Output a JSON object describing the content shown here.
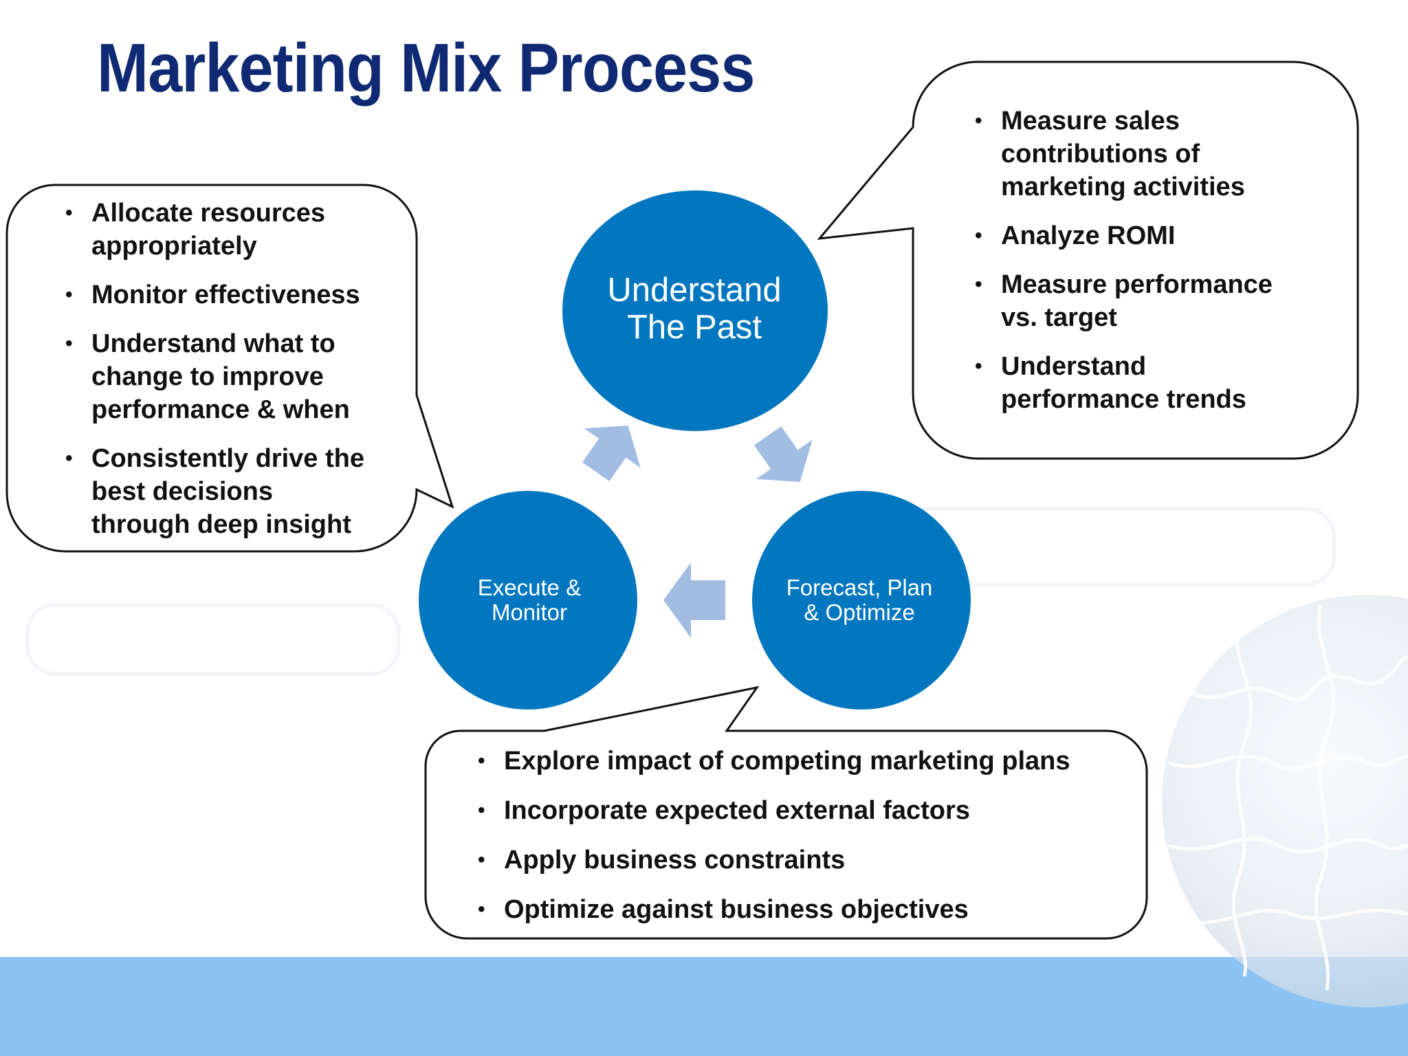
{
  "title": "Marketing Mix Process",
  "nodes": {
    "understand_past": {
      "line1": "Understand",
      "line2": "The Past"
    },
    "execute_monitor": {
      "line1": "Execute &",
      "line2": "Monitor"
    },
    "forecast_plan": {
      "line1": "Forecast, Plan",
      "line2": "& Optimize"
    }
  },
  "callouts": {
    "left": {
      "bullets": [
        {
          "line1": "Allocate resources",
          "line2": "appropriately"
        },
        {
          "line1": "Monitor effectiveness"
        },
        {
          "line1": "Understand what to",
          "line2": "change to improve",
          "line3": "performance & when"
        },
        {
          "line1": "Consistently drive the",
          "line2": "best decisions",
          "line3": "through deep insight"
        }
      ]
    },
    "right": {
      "bullets": [
        {
          "line1": "Measure sales",
          "line2": "contributions of",
          "line3": "marketing activities"
        },
        {
          "line1": "Analyze ROMI"
        },
        {
          "line1": "Measure performance",
          "line2": "vs. target"
        },
        {
          "line1": "Understand",
          "line2": "performance trends"
        }
      ]
    },
    "bottom": {
      "bullets": [
        "Explore impact of competing marketing plans",
        "Incorporate expected external factors",
        "Apply business constraints",
        "Optimize against business objectives"
      ]
    }
  },
  "colors": {
    "title": "#0f2a72",
    "circle_fill": "#0277bf",
    "arrow_fill": "#a3bde2",
    "footer_band": "#8cc3f5",
    "callout_stroke": "#111111"
  },
  "icons": {
    "decoration": "puzzle-globe-icon"
  }
}
